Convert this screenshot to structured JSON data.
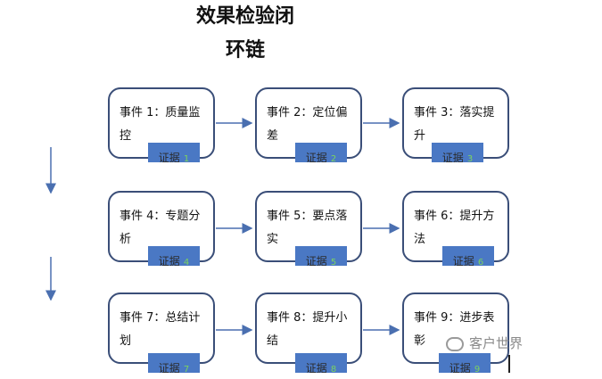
{
  "title_line1": "效果检验闭",
  "title_line2": "环链",
  "boxes": [
    {
      "text": "事件 1：质量监控",
      "tag": "证据",
      "tag_num": "1"
    },
    {
      "text": "事件 2：定位偏差",
      "tag": "证据",
      "tag_num": "2"
    },
    {
      "text": "事件 3：落实提升",
      "tag": "证据",
      "tag_num": "3"
    },
    {
      "text": "事件 4：专题分析",
      "tag": "证据",
      "tag_num": "4"
    },
    {
      "text": "事件 5：要点落实",
      "tag": "证据",
      "tag_num": "5"
    },
    {
      "text": "事件 6：提升方法",
      "tag": "证据",
      "tag_num": "6"
    },
    {
      "text": "事件 7：总结计划",
      "tag": "证据",
      "tag_num": "7"
    },
    {
      "text": "事件 8：提升小结",
      "tag": "证据",
      "tag_num": "8"
    },
    {
      "text": "事件 9：进步表彰",
      "tag": "证据",
      "tag_num": "9"
    }
  ],
  "watermark": "客户世界",
  "colors": {
    "border": "#3a4e78",
    "tag": "#4a78c4",
    "arrow": "#4a6fb0"
  }
}
